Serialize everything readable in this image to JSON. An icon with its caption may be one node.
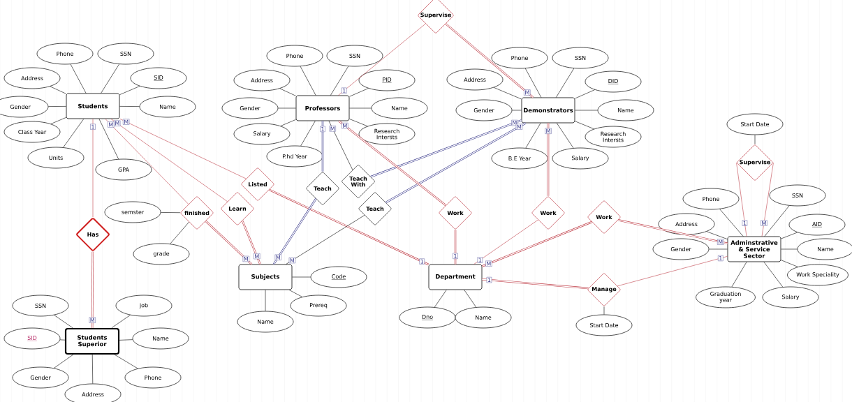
{
  "diagram": {
    "nodes": [
      {
        "text": [
          "Students"
        ]
      },
      {
        "text": [
          "Phone"
        ]
      },
      {
        "text": [
          "SSN"
        ]
      },
      {
        "text": [
          "SID"
        ]
      },
      {
        "text": [
          "Name"
        ]
      },
      {
        "text": [
          "GPA"
        ]
      },
      {
        "text": [
          "Units"
        ]
      },
      {
        "text": [
          "Class Year"
        ]
      },
      {
        "text": [
          "Gender"
        ]
      },
      {
        "text": [
          "Address"
        ]
      },
      {
        "text": [
          "Supervise"
        ]
      },
      {
        "text": [
          "Professors"
        ]
      },
      {
        "text": [
          "Phone"
        ]
      },
      {
        "text": [
          "SSN"
        ]
      },
      {
        "text": [
          "PID"
        ]
      },
      {
        "text": [
          "Name"
        ]
      },
      {
        "text": [
          "Research Intersts"
        ]
      },
      {
        "text": [
          "P.hd Year"
        ]
      },
      {
        "text": [
          "Salary"
        ]
      },
      {
        "text": [
          "Gender"
        ]
      },
      {
        "text": [
          "Address"
        ]
      },
      {
        "text": [
          "Demonstrators"
        ]
      },
      {
        "text": [
          "Phone"
        ]
      },
      {
        "text": [
          "SSN"
        ]
      },
      {
        "text": [
          "DID"
        ]
      },
      {
        "text": [
          "Name"
        ]
      },
      {
        "text": [
          "Research Intersts"
        ]
      },
      {
        "text": [
          "Salary"
        ]
      },
      {
        "text": [
          "B.E Year"
        ]
      },
      {
        "text": [
          "Gender"
        ]
      },
      {
        "text": [
          "Address"
        ]
      },
      {
        "text": [
          "Listed"
        ]
      },
      {
        "text": [
          "Teach"
        ]
      },
      {
        "text": [
          "Teach With"
        ]
      },
      {
        "text": [
          "Start Date"
        ]
      },
      {
        "text": [
          "Supervise"
        ]
      },
      {
        "text": [
          "Teach"
        ]
      },
      {
        "text": [
          "finished"
        ]
      },
      {
        "text": [
          "Learn"
        ]
      },
      {
        "text": [
          "semster"
        ]
      },
      {
        "text": [
          "Work"
        ]
      },
      {
        "text": [
          "Work"
        ]
      },
      {
        "text": [
          "Work"
        ]
      },
      {
        "text": [
          "Has"
        ]
      },
      {
        "text": [
          "grade"
        ]
      },
      {
        "text": [
          "Phone"
        ]
      },
      {
        "text": [
          "SSN"
        ]
      },
      {
        "text": [
          "AID"
        ]
      },
      {
        "text": [
          "Address"
        ]
      },
      {
        "text": [
          "Adminstrative & Service Sector"
        ]
      },
      {
        "text": [
          "Gender"
        ]
      },
      {
        "text": [
          "Name"
        ]
      },
      {
        "text": [
          "Work Speciality"
        ]
      },
      {
        "text": [
          "Subjects"
        ]
      },
      {
        "text": [
          "Code"
        ]
      },
      {
        "text": [
          "Department"
        ]
      },
      {
        "text": [
          "Manage"
        ]
      },
      {
        "text": [
          "Prereq"
        ]
      },
      {
        "text": [
          "Name"
        ]
      },
      {
        "text": [
          "Dno"
        ]
      },
      {
        "text": [
          "Name"
        ]
      },
      {
        "text": [
          "Start Date"
        ]
      },
      {
        "text": [
          "Graduation year"
        ]
      },
      {
        "text": [
          "Salary"
        ]
      },
      {
        "text": [
          "Students Superior"
        ]
      },
      {
        "text": [
          "SSN"
        ]
      },
      {
        "text": [
          "job"
        ]
      },
      {
        "text": [
          "SID"
        ]
      },
      {
        "text": [
          "Name"
        ]
      },
      {
        "text": [
          "Gender"
        ]
      },
      {
        "text": [
          "Phone"
        ]
      },
      {
        "text": [
          "Address"
        ]
      }
    ],
    "edges": [
      {
        "from": 1,
        "to": 0,
        "arrow": "none"
      },
      {
        "from": 2,
        "to": 0,
        "arrow": "none"
      },
      {
        "from": 3,
        "to": 0,
        "arrow": "none"
      },
      {
        "from": 4,
        "to": 0,
        "arrow": "none"
      },
      {
        "from": 5,
        "to": 0,
        "arrow": "none"
      },
      {
        "from": 6,
        "to": 0,
        "arrow": "none"
      },
      {
        "from": 7,
        "to": 0,
        "arrow": "none"
      },
      {
        "from": 8,
        "to": 0,
        "arrow": "none"
      },
      {
        "from": 9,
        "to": 0,
        "arrow": "none"
      },
      {
        "from": 12,
        "to": 11,
        "arrow": "none"
      },
      {
        "from": 13,
        "to": 11,
        "arrow": "none"
      },
      {
        "from": 14,
        "to": 11,
        "arrow": "none"
      },
      {
        "from": 15,
        "to": 11,
        "arrow": "none"
      },
      {
        "from": 16,
        "to": 11,
        "arrow": "none"
      },
      {
        "from": 17,
        "to": 11,
        "arrow": "none"
      },
      {
        "from": 18,
        "to": 11,
        "arrow": "none"
      },
      {
        "from": 19,
        "to": 11,
        "arrow": "none"
      },
      {
        "from": 20,
        "to": 11,
        "arrow": "none"
      },
      {
        "from": 22,
        "to": 21,
        "arrow": "none"
      },
      {
        "from": 23,
        "to": 21,
        "arrow": "none"
      },
      {
        "from": 24,
        "to": 21,
        "arrow": "none"
      },
      {
        "from": 25,
        "to": 21,
        "arrow": "none"
      },
      {
        "from": 26,
        "to": 21,
        "arrow": "none"
      },
      {
        "from": 27,
        "to": 21,
        "arrow": "none"
      },
      {
        "from": 28,
        "to": 21,
        "arrow": "none"
      },
      {
        "from": 29,
        "to": 21,
        "arrow": "none"
      },
      {
        "from": 30,
        "to": 21,
        "arrow": "none"
      },
      {
        "from": 45,
        "to": 49,
        "arrow": "none"
      },
      {
        "from": 46,
        "to": 49,
        "arrow": "none"
      },
      {
        "from": 47,
        "to": 49,
        "arrow": "none"
      },
      {
        "from": 48,
        "to": 49,
        "arrow": "none"
      },
      {
        "from": 50,
        "to": 49,
        "arrow": "none"
      },
      {
        "from": 51,
        "to": 49,
        "arrow": "none"
      },
      {
        "from": 52,
        "to": 49,
        "arrow": "none"
      },
      {
        "from": 62,
        "to": 49,
        "arrow": "none"
      },
      {
        "from": 63,
        "to": 49,
        "arrow": "none"
      },
      {
        "from": 54,
        "to": 53,
        "arrow": "none"
      },
      {
        "from": 57,
        "to": 53,
        "arrow": "none"
      },
      {
        "from": 58,
        "to": 53,
        "arrow": "none"
      },
      {
        "from": 59,
        "to": 55,
        "arrow": "none"
      },
      {
        "from": 60,
        "to": 55,
        "arrow": "none"
      },
      {
        "from": 65,
        "to": 64,
        "arrow": "none"
      },
      {
        "from": 66,
        "to": 64,
        "arrow": "none"
      },
      {
        "from": 67,
        "to": 64,
        "arrow": "none"
      },
      {
        "from": 68,
        "to": 64,
        "arrow": "none"
      },
      {
        "from": 69,
        "to": 64,
        "arrow": "none"
      },
      {
        "from": 70,
        "to": 64,
        "arrow": "none"
      },
      {
        "from": 71,
        "to": 64,
        "arrow": "none"
      },
      {
        "from": 39,
        "to": 37,
        "arrow": "none"
      },
      {
        "from": 44,
        "to": 37,
        "arrow": "none"
      },
      {
        "from": 61,
        "to": 56,
        "arrow": "none"
      },
      {
        "from": 34,
        "to": 35,
        "arrow": "none"
      },
      {
        "from": 43,
        "to": 0,
        "arrow": "none",
        "label": "1",
        "color": "#c0404a"
      },
      {
        "from": 43,
        "to": 64,
        "arrow": "none",
        "label": "M",
        "color": "#c0404a",
        "style": "thick"
      },
      {
        "from": 10,
        "to": 11,
        "arrow": "none",
        "label": "1",
        "color": "#c0404a"
      },
      {
        "from": 10,
        "to": 21,
        "arrow": "none",
        "label": "M",
        "color": "#c0404a",
        "style": "thick"
      },
      {
        "from": 31,
        "to": 0,
        "arrow": "none",
        "label": "M",
        "color": "#c0404a"
      },
      {
        "from": 31,
        "to": 55,
        "arrow": "none",
        "label": "1",
        "color": "#c0404a",
        "style": "thick"
      },
      {
        "from": 38,
        "to": 0,
        "arrow": "none",
        "label": "M",
        "color": "#c0404a"
      },
      {
        "from": 38,
        "to": 53,
        "arrow": "none",
        "label": "M",
        "color": "#c0404a",
        "style": "thick"
      },
      {
        "from": 37,
        "to": 0,
        "arrow": "none",
        "label": "M",
        "color": "#c0404a"
      },
      {
        "from": 37,
        "to": 53,
        "arrow": "none",
        "label": "M",
        "color": "#c0404a",
        "style": "thick"
      },
      {
        "from": 32,
        "to": 11,
        "arrow": "none",
        "label": "1",
        "color": "#3a3a8c",
        "style": "thick"
      },
      {
        "from": 32,
        "to": 53,
        "arrow": "none",
        "label": "M",
        "color": "#3a3a8c",
        "style": "thick"
      },
      {
        "from": 33,
        "to": 11,
        "arrow": "none",
        "label": "M"
      },
      {
        "from": 33,
        "to": 21,
        "arrow": "none",
        "label": "M",
        "color": "#3a3a8c",
        "style": "thick"
      },
      {
        "from": 36,
        "to": 21,
        "arrow": "none",
        "label": "M",
        "color": "#3a3a8c",
        "style": "thick"
      },
      {
        "from": 36,
        "to": 53,
        "arrow": "none",
        "label": "M"
      },
      {
        "from": 40,
        "to": 11,
        "arrow": "none",
        "label": "M",
        "color": "#c0404a",
        "style": "thick"
      },
      {
        "from": 40,
        "to": 55,
        "arrow": "none",
        "label": "1",
        "color": "#c0404a",
        "style": "thick"
      },
      {
        "from": 41,
        "to": 21,
        "arrow": "none",
        "label": "M",
        "color": "#c0404a",
        "style": "thick"
      },
      {
        "from": 41,
        "to": 55,
        "arrow": "none",
        "label": "1",
        "color": "#c0404a"
      },
      {
        "from": 42,
        "to": 55,
        "arrow": "none",
        "label": "M",
        "color": "#c0404a",
        "style": "thick"
      },
      {
        "from": 42,
        "to": 49,
        "arrow": "none",
        "label": "M",
        "color": "#c0404a",
        "style": "thick"
      },
      {
        "from": 56,
        "to": 55,
        "arrow": "none",
        "label": "1",
        "color": "#c0404a",
        "style": "thick"
      },
      {
        "from": 56,
        "to": 49,
        "arrow": "none",
        "label": "1",
        "color": "#c0404a"
      },
      {
        "from": 35,
        "to": 49,
        "arrow": "none",
        "label": "1",
        "color": "#c0404a"
      },
      {
        "from": 35,
        "to": 49,
        "arrow": "none",
        "label": "M",
        "color": "#c0404a"
      }
    ]
  }
}
